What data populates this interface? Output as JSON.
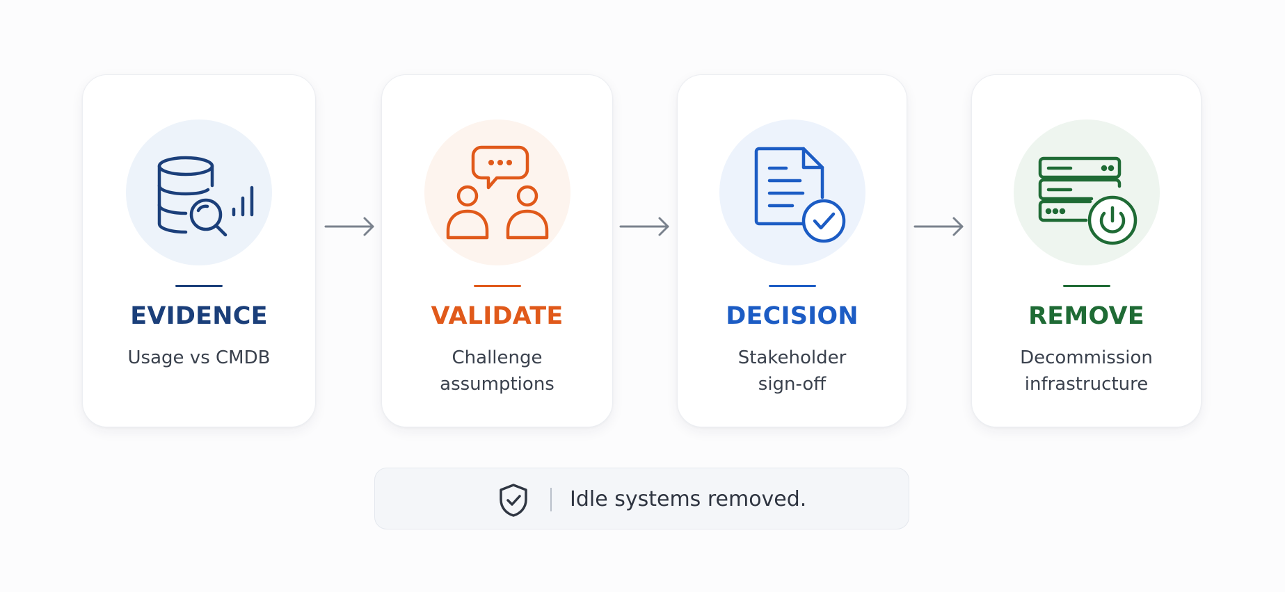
{
  "steps": [
    {
      "title": "EVIDENCE",
      "description": "Usage vs CMDB",
      "icon": "database-search-icon",
      "accent_color": "#1b3f7a",
      "circle_color": "#edf3fa"
    },
    {
      "title": "VALIDATE",
      "description": "Challenge assumptions",
      "icon": "people-discussion-icon",
      "accent_color": "#e0591a",
      "circle_color": "#fdf4ee"
    },
    {
      "title": "DECISION",
      "description": "Stakeholder sign-off",
      "icon": "document-approval-icon",
      "accent_color": "#1c5cc4",
      "circle_color": "#edf3fc"
    },
    {
      "title": "REMOVE",
      "description": "Decommission infrastructure",
      "icon": "server-power-icon",
      "accent_color": "#1f6b35",
      "circle_color": "#eef5ef"
    }
  ],
  "arrow_color": "#7a828d",
  "banner": {
    "text": "Idle systems removed.",
    "icon": "shield-check-icon",
    "icon_color": "#2f3642"
  }
}
